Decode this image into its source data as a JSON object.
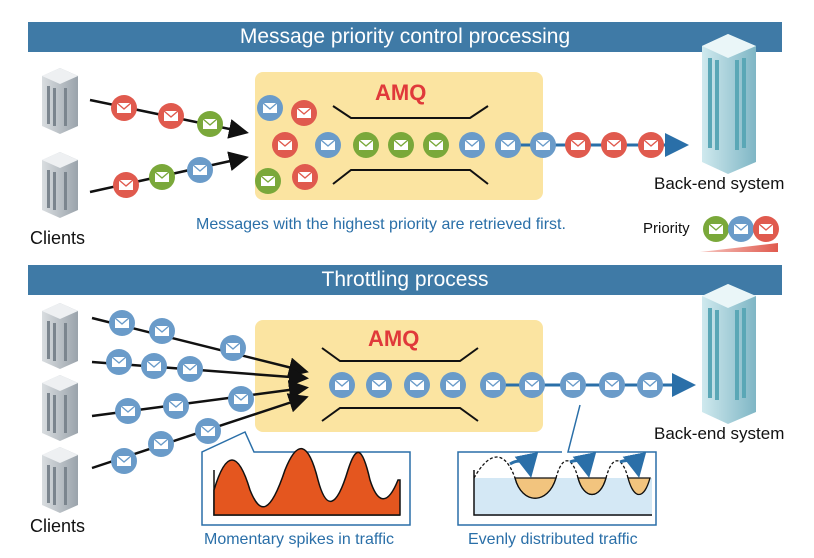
{
  "top": {
    "title": "Message priority control processing",
    "amq": "AMQ",
    "backend": "Back-end system",
    "clients": "Clients",
    "note": "Messages with the highest priority are retrieved first.",
    "priority_label": "Priority"
  },
  "bottom": {
    "title": "Throttling process",
    "amq": "AMQ",
    "backend": "Back-end system",
    "clients": "Clients",
    "caption_left": "Momentary spikes in traffic",
    "caption_right": "Evenly distributed traffic"
  },
  "colors": {
    "banner": "#3f7aa6",
    "amq_box": "#fbe4a1",
    "msg_red": "#e05a4e",
    "msg_green": "#7aa83a",
    "msg_blue": "#6a9bc9",
    "spike_fill": "#e4561f",
    "even_fill": "#f2c47e",
    "even_bg": "#d4e8f5",
    "arrow_blue": "#2a6fa8"
  }
}
